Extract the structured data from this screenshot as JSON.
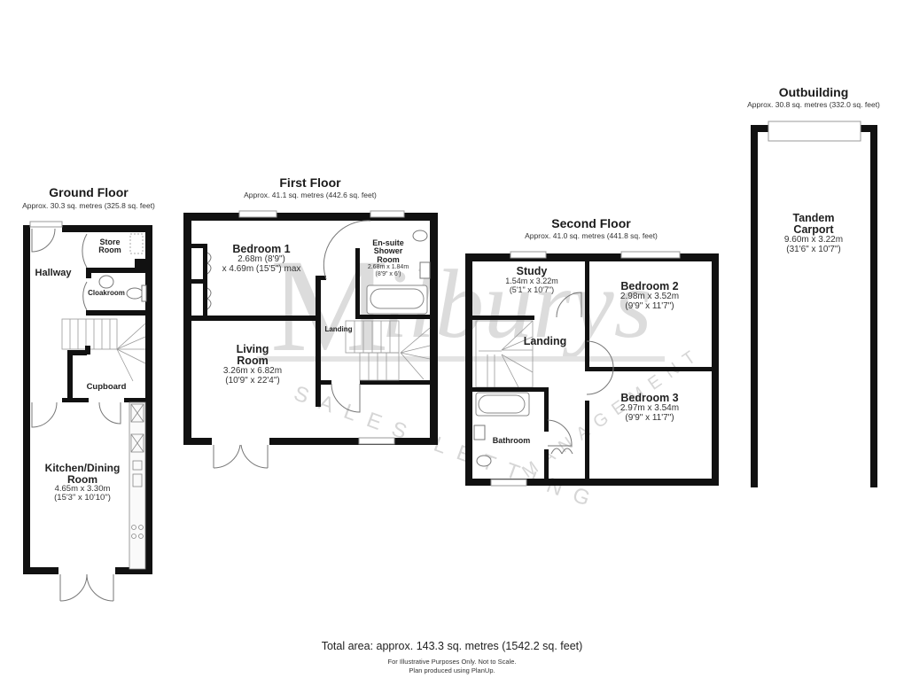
{
  "floors": {
    "ground": {
      "title": "Ground Floor",
      "area": "Approx. 30.3 sq. metres (325.8 sq. feet)",
      "rooms": [
        {
          "name": "Store Room",
          "line1": "Store",
          "line2": "Room"
        },
        {
          "name": "Hallway"
        },
        {
          "name": "Cloakroom"
        },
        {
          "name": "Cupboard"
        },
        {
          "name": "Kitchen/Dining Room",
          "line1": "Kitchen/Dining",
          "line2": "Room",
          "dim_m": "4.65m x 3.30m",
          "dim_ft": "(15'3\" x 10'10\")"
        }
      ]
    },
    "first": {
      "title": "First Floor",
      "area": "Approx. 41.1 sq. metres (442.6 sq. feet)",
      "rooms": [
        {
          "name": "Bedroom 1",
          "dim_m": "2.68m (8'9\")",
          "dim_ft": "x 4.69m (15'5\") max"
        },
        {
          "name": "En-suite Shower Room",
          "line1": "En-suite",
          "line2": "Shower",
          "line3": "Room",
          "dim_m": "2.68m x 1.84m",
          "dim_ft": "(8'9\" x 6')"
        },
        {
          "name": "Landing"
        },
        {
          "name": "Living Room",
          "line1": "Living",
          "line2": "Room",
          "dim_m": "3.26m x 6.82m",
          "dim_ft": "(10'9\" x 22'4\")"
        }
      ]
    },
    "second": {
      "title": "Second Floor",
      "area": "Approx. 41.0 sq. metres (441.8 sq. feet)",
      "rooms": [
        {
          "name": "Study",
          "dim_m": "1.54m x 3.22m",
          "dim_ft": "(5'1\" x 10'7\")"
        },
        {
          "name": "Bedroom 2",
          "dim_m": "2.98m x 3.52m",
          "dim_ft": "(9'9\" x 11'7\")"
        },
        {
          "name": "Landing"
        },
        {
          "name": "Bedroom 3",
          "dim_m": "2.97m x 3.54m",
          "dim_ft": "(9'9\" x 11'7\")"
        },
        {
          "name": "Bathroom"
        }
      ]
    },
    "outbuilding": {
      "title": "Outbuilding",
      "area": "Approx. 30.8 sq. metres (332.0 sq. feet)",
      "rooms": [
        {
          "name": "Tandem Carport",
          "line1": "Tandem",
          "line2": "Carport",
          "dim_m": "9.60m x 3.22m",
          "dim_ft": "(31'6\" x 10'7\")"
        }
      ]
    }
  },
  "watermark": {
    "logo_text": "Milburys",
    "tagline": "SALES LETTING MANAGEMENT",
    "color": "#d9d9d9"
  },
  "footer": {
    "total_area": "Total area: approx. 143.3 sq. metres (1542.2 sq. feet)",
    "note1": "For Illustrative Purposes Only. Not to Scale.",
    "note2": "Plan produced using PlanUp."
  },
  "colors": {
    "wall": "#111111",
    "floor": "#ffffff",
    "fixture_line": "#777777",
    "background": "#ffffff"
  }
}
